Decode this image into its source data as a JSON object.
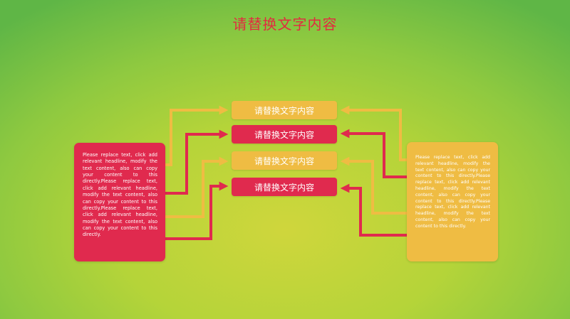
{
  "title": "请替换文字内容",
  "boxes": [
    {
      "label": "请替换文字内容",
      "color": "#efbc43"
    },
    {
      "label": "请替换文字内容",
      "color": "#e02a4e"
    },
    {
      "label": "请替换文字内容",
      "color": "#efbc43"
    },
    {
      "label": "请替换文字内容",
      "color": "#e02a4e"
    }
  ],
  "left_panel": {
    "text": "Please replace text, click add relevant headline, modify the text content, also can copy your content to this directly.Please replace text, click add relevant headline, modify the text content, also can copy your content to this directly.Please replace text, click add relevant headline, modify the text content, also can copy your content to this directly.",
    "color": "#e02a4e"
  },
  "right_panel": {
    "text": "Please replace text, click add relevant headline, modify the text content, also can copy your content to this directly.Please replace text, click add relevant headline, modify the text content, also can copy your content to this directly.Please replace text, click add relevant headline, modify the text content, also can copy your content to this directly.",
    "color": "#efbc43"
  },
  "colors": {
    "title": "#e32a40",
    "yellow": "#efbc43",
    "red": "#e02a4e"
  }
}
